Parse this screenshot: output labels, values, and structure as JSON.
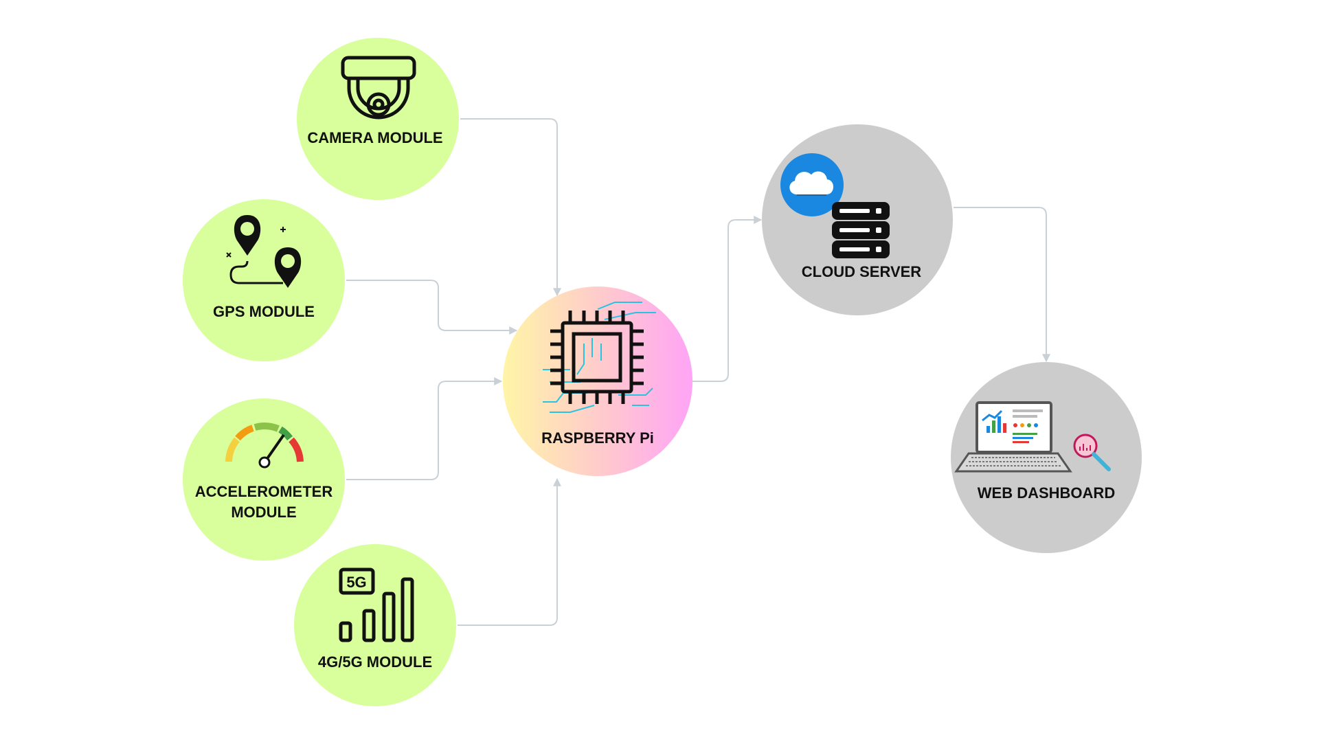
{
  "nodes": {
    "camera": {
      "label": "CAMERA MODULE"
    },
    "gps": {
      "label": "GPS MODULE"
    },
    "accelerometer": {
      "label_line1": "ACCELEROMETER",
      "label_line2": "MODULE"
    },
    "cellular": {
      "label": "4G/5G MODULE",
      "badge": "5G"
    },
    "raspberry": {
      "label": "RASPBERRY Pi"
    },
    "cloud": {
      "label": "CLOUD SERVER"
    },
    "dashboard": {
      "label": "WEB DASHBOARD"
    }
  },
  "colors": {
    "input_node_fill": "#d8ff9c",
    "output_node_fill": "#cccccc",
    "connector": "#c9d1d6",
    "hub_gradient_start": "#fff3a8",
    "hub_gradient_end": "#ffa6f5",
    "cloud_badge": "#1a87e0",
    "circuit_trace": "#28c3e0"
  },
  "icons": {
    "camera": "dome-camera-icon",
    "gps": "map-route-icon",
    "accelerometer": "speedometer-gauge-icon",
    "cellular": "signal-bars-5g-icon",
    "raspberry": "processor-chip-icon",
    "cloud": "cloud-server-icon",
    "dashboard": "laptop-analytics-icon"
  }
}
